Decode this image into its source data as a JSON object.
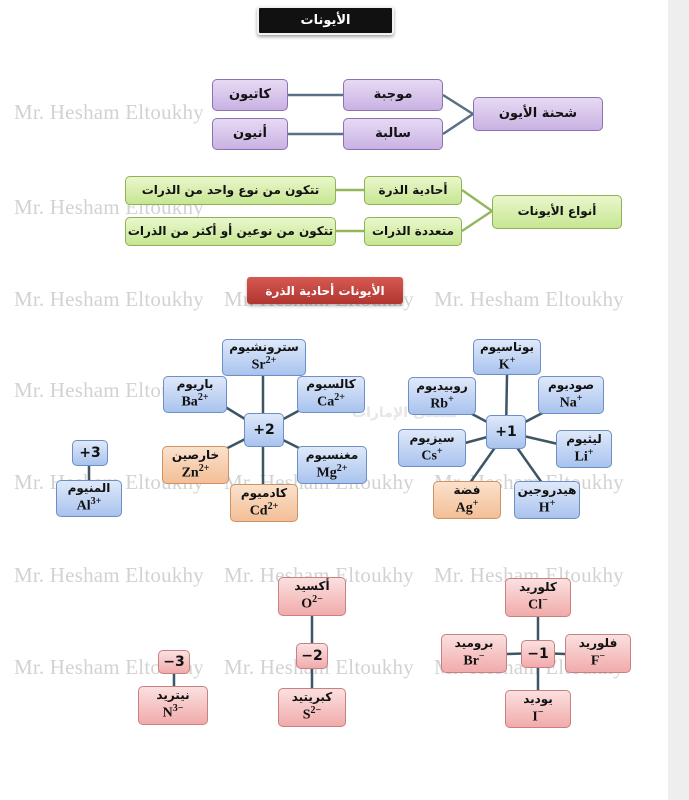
{
  "title": "الأيونات",
  "watermark": "Mr. Hesham Eltoukhy",
  "faint_logo": "ملتقى الإمارات",
  "charge": {
    "root": "شحنة الأيون",
    "positive": "موجبة",
    "negative": "سالبة",
    "cation": "كاتيون",
    "anion": "أنيون"
  },
  "types": {
    "root": "أنواع الأيونات",
    "mono": "أحادية الذرة",
    "poly": "متعددة الذرات",
    "mono_desc": "تتكون من نوع واحد من الذرات",
    "poly_desc": "تتكون من نوعين أو أكثر من الذرات"
  },
  "section_title": "الأيونات أحادية الذرة",
  "plus1": {
    "center": "+1",
    "ions": [
      {
        "name": "بوتاسيوم",
        "symbol": "K",
        "charge": "+"
      },
      {
        "name": "روبيديوم",
        "symbol": "Rb",
        "charge": "+"
      },
      {
        "name": "صوديوم",
        "symbol": "Na",
        "charge": "+"
      },
      {
        "name": "سيزيوم",
        "symbol": "Cs",
        "charge": "+"
      },
      {
        "name": "ليثيوم",
        "symbol": "Li",
        "charge": "+"
      },
      {
        "name": "فضة",
        "symbol": "Ag",
        "charge": "+"
      },
      {
        "name": "هيدروجين",
        "symbol": "H",
        "charge": "+"
      }
    ]
  },
  "plus2": {
    "center": "+2",
    "ions": [
      {
        "name": "سترونشيوم",
        "symbol": "Sr",
        "charge": "2+"
      },
      {
        "name": "باريوم",
        "symbol": "Ba",
        "charge": "2+"
      },
      {
        "name": "كالسيوم",
        "symbol": "Ca",
        "charge": "2+"
      },
      {
        "name": "خارصين",
        "symbol": "Zn",
        "charge": "2+"
      },
      {
        "name": "مغنسيوم",
        "symbol": "Mg",
        "charge": "2+"
      },
      {
        "name": "كادميوم",
        "symbol": "Cd",
        "charge": "2+"
      }
    ]
  },
  "plus3": {
    "center": "+3",
    "ions": [
      {
        "name": "المنيوم",
        "symbol": "Al",
        "charge": "3+"
      }
    ]
  },
  "minus1": {
    "center": "−1",
    "ions": [
      {
        "name": "كلوريد",
        "symbol": "Cl",
        "charge": "−"
      },
      {
        "name": "بروميد",
        "symbol": "Br",
        "charge": "−"
      },
      {
        "name": "فلوريد",
        "symbol": "F",
        "charge": "−"
      },
      {
        "name": "يوديد",
        "symbol": "I",
        "charge": "−"
      }
    ]
  },
  "minus2": {
    "center": "−2",
    "ions": [
      {
        "name": "أكسيد",
        "symbol": "O",
        "charge": "2−"
      },
      {
        "name": "كبريتيد",
        "symbol": "S",
        "charge": "2−"
      }
    ]
  },
  "minus3": {
    "center": "−3",
    "ions": [
      {
        "name": "نيتريد",
        "symbol": "N",
        "charge": "3−"
      }
    ]
  }
}
